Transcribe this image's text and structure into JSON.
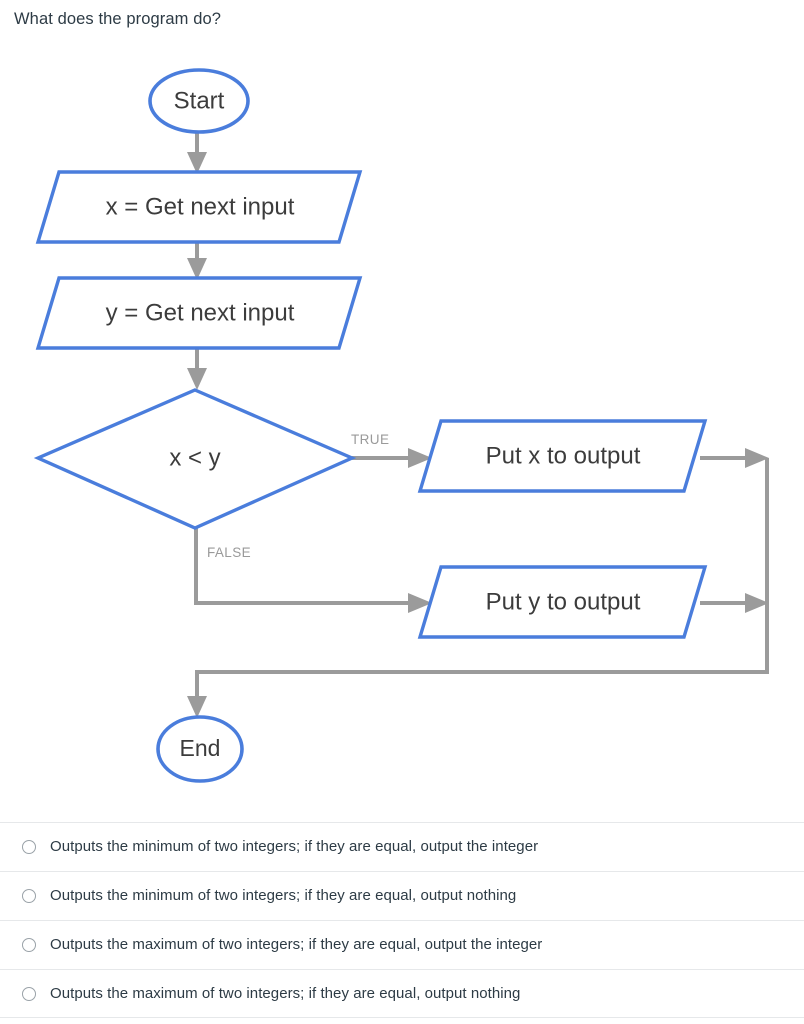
{
  "question": {
    "title": "What does the program do?"
  },
  "flowchart": {
    "colors": {
      "node_border": "#4a7ddc",
      "connector": "#9b9b9b",
      "node_fill": "#ffffff",
      "node_text": "#3c3c3c",
      "branch_label": "#9a9a9a"
    },
    "nodes": {
      "start": "Start",
      "input_x": "x = Get next input",
      "input_y": "y = Get next input",
      "decision": "x < y",
      "output_x": "Put x to output",
      "output_y": "Put y to output",
      "end": "End"
    },
    "branches": {
      "true_label": "TRUE",
      "false_label": "FALSE"
    }
  },
  "answers": {
    "options": [
      {
        "label": "Outputs the minimum of two integers; if they are equal, output the integer",
        "selected": false
      },
      {
        "label": "Outputs the minimum of two integers; if they are equal, output nothing",
        "selected": false
      },
      {
        "label": "Outputs the maximum of two integers; if they are equal, output the integer",
        "selected": false
      },
      {
        "label": "Outputs the maximum of two integers; if they are equal, output nothing",
        "selected": false
      }
    ]
  }
}
